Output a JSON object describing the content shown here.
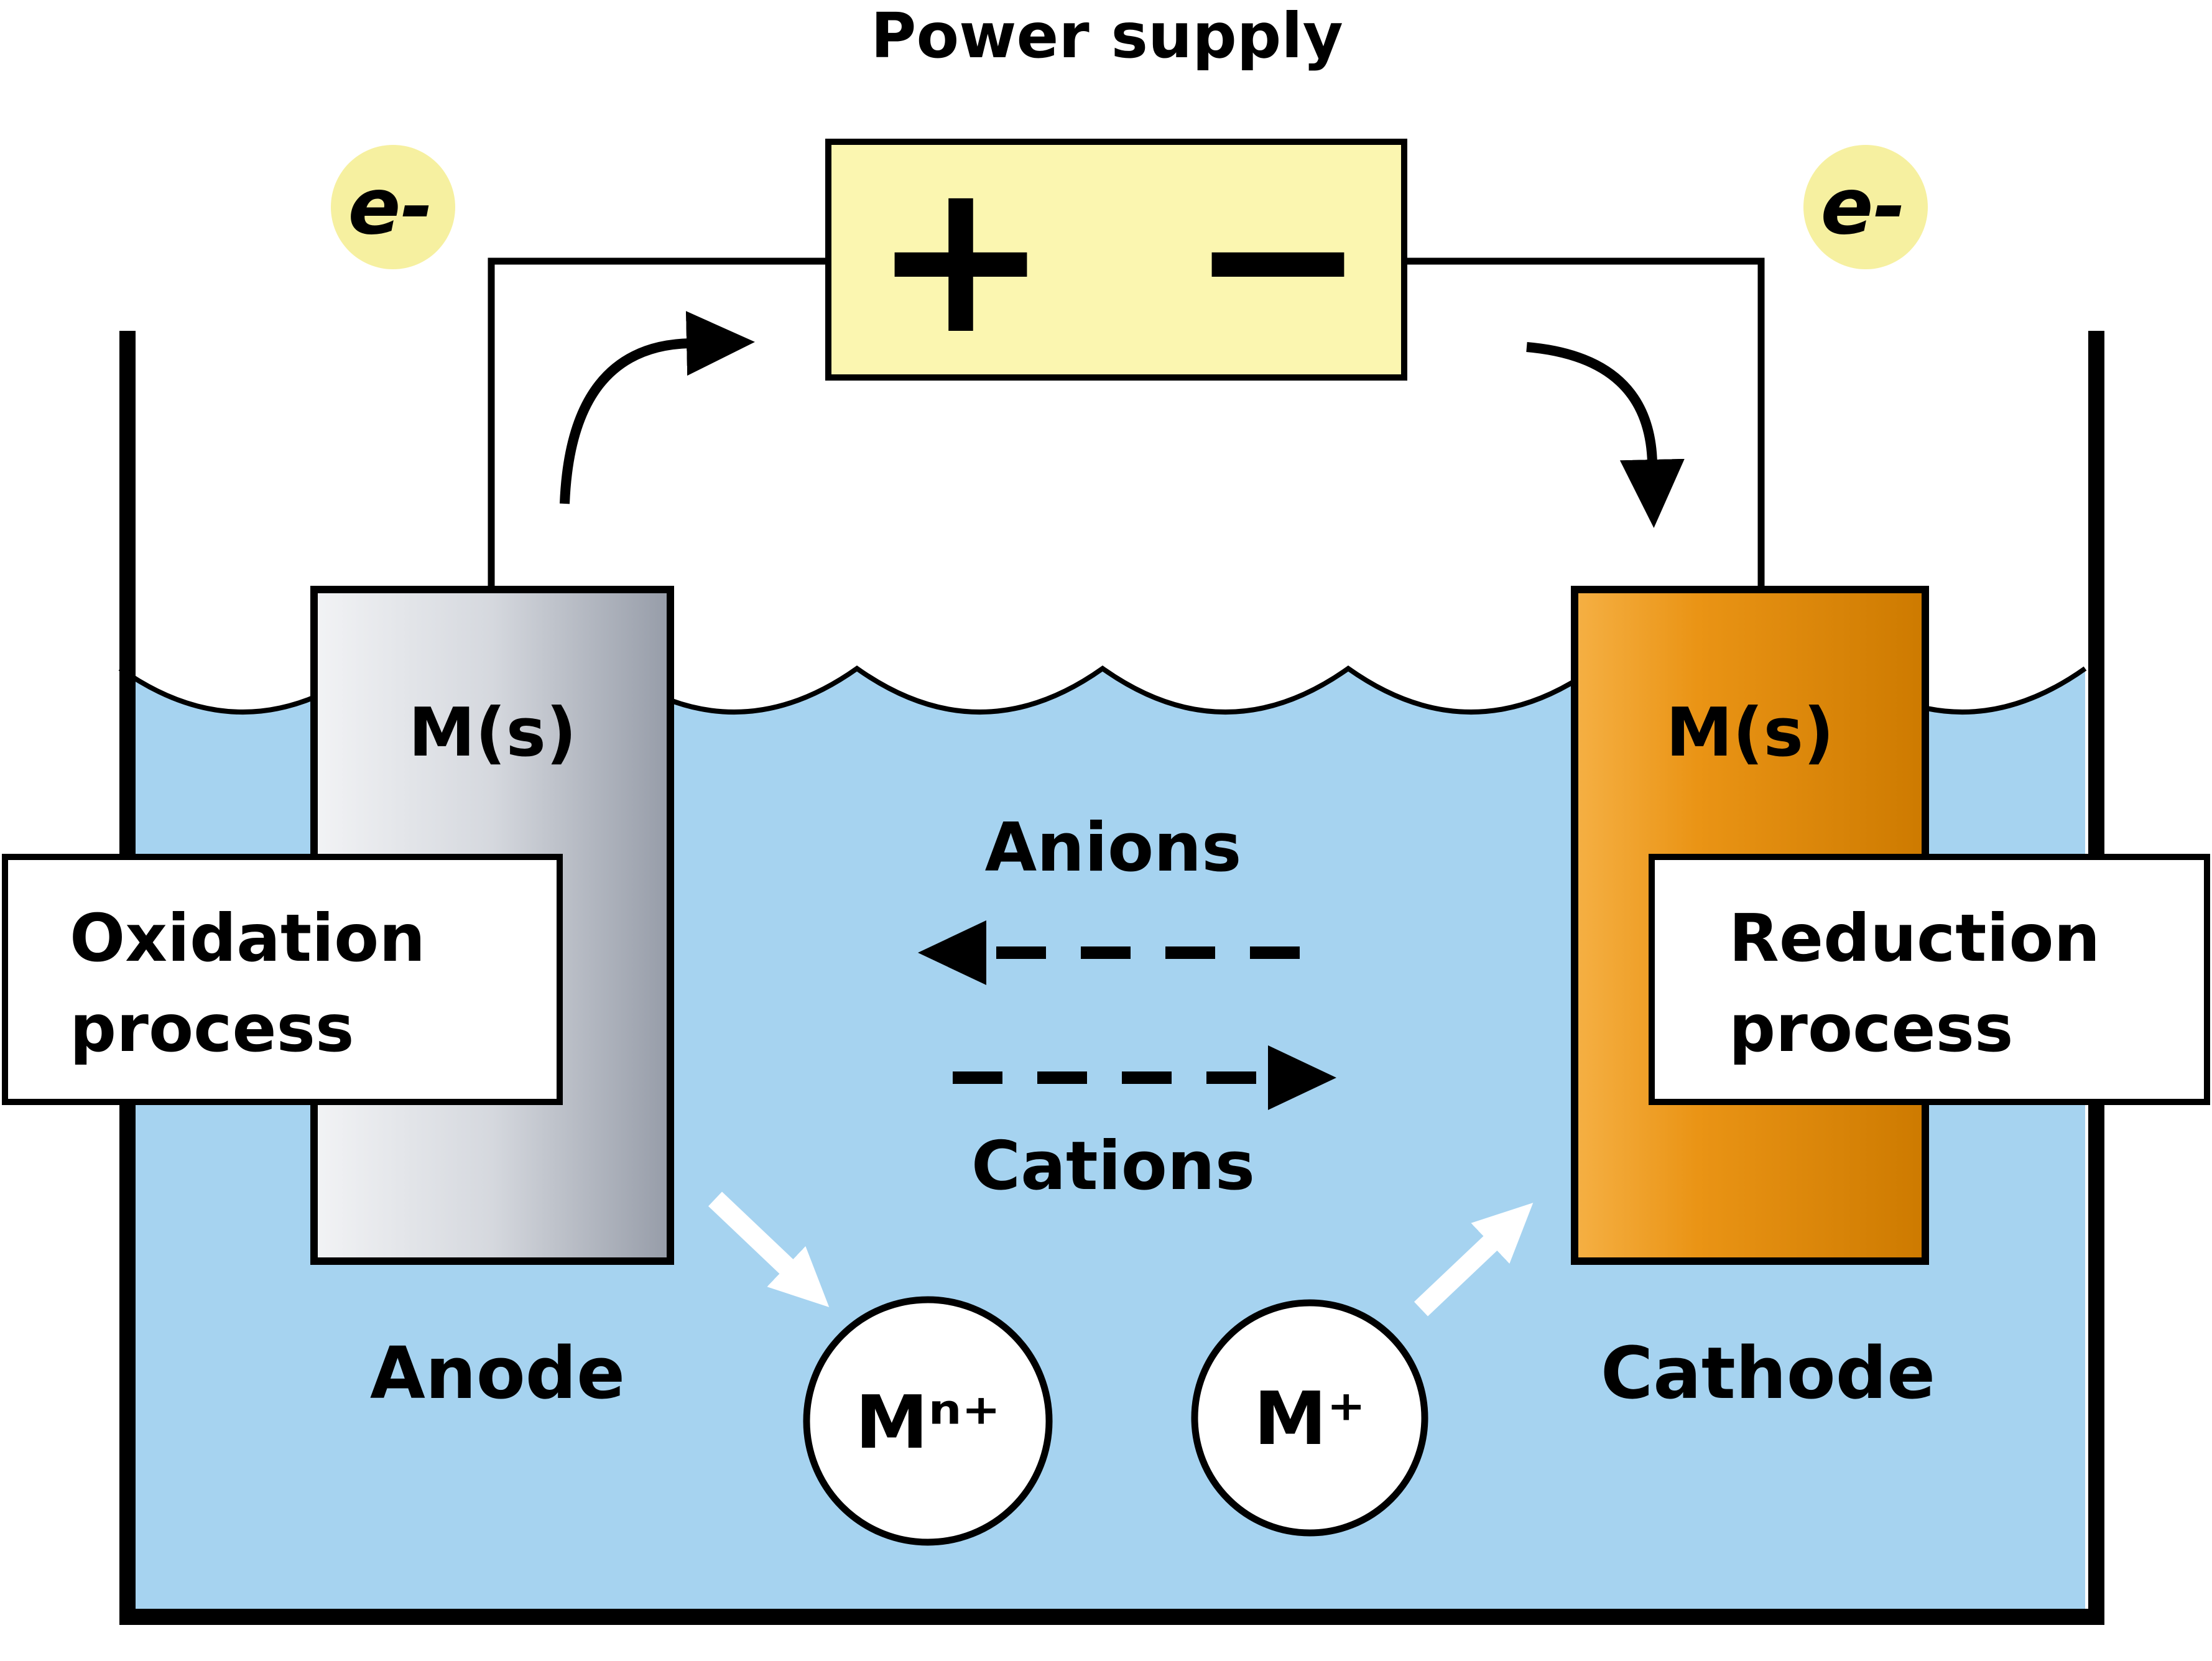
{
  "title": "Power supply",
  "power_supply": {
    "plus_label": "+",
    "minus_label": "−"
  },
  "electrons": {
    "left_label": "e-",
    "right_label": "e-"
  },
  "anode": {
    "material_label": "M(s)",
    "name_label": "Anode",
    "process": {
      "line1": "Oxidation",
      "line2": "process"
    }
  },
  "cathode": {
    "material_label": "M(s)",
    "name_label": "Cathode",
    "process": {
      "line1": "Reduction",
      "line2": "process"
    }
  },
  "ions": {
    "anions_label": "Anions",
    "cations_label": "Cations",
    "metal_ion_n_label": "Mⁿ⁺",
    "metal_ion_label": "M⁺"
  },
  "colors": {
    "solution": "#a6d3f0",
    "power_supply_fill": "#fbf6b0",
    "electron_badge_fill": "#f6f0a0",
    "electrode_gray_light": "#f2f3f5",
    "electrode_gray_mid": "#d5d8de",
    "electrode_gray_dark": "#969ca8",
    "electrode_orange_light": "#f5b044",
    "electrode_orange_mid": "#ea9415",
    "electrode_orange_dark": "#cd7a00",
    "outline": "#000000"
  }
}
